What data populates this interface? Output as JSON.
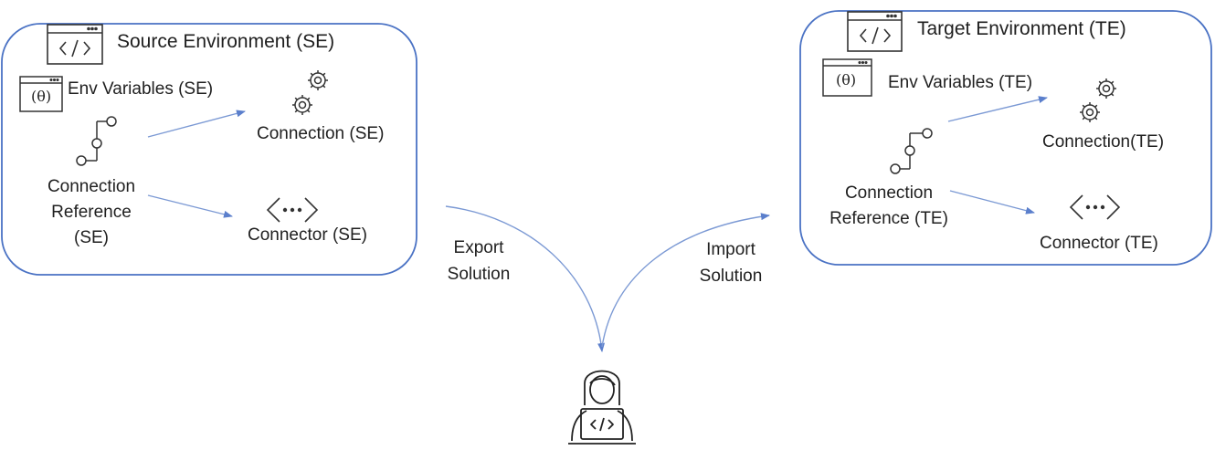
{
  "source_env": {
    "title": "Source  Environment (SE)",
    "env_variables": "Env Variables (SE)",
    "connection": "Connection (SE)",
    "connection_reference": [
      "Connection",
      "Reference",
      "(SE)"
    ],
    "connector": "Connector  (SE)"
  },
  "target_env": {
    "title": "Target  Environment (TE)",
    "env_variables": "Env Variables (TE)",
    "connection": "Connection(TE)",
    "connection_reference": [
      "Connection",
      "Reference (TE)"
    ],
    "connector": "Connector  (TE)"
  },
  "flow": {
    "export": [
      "Export",
      "Solution"
    ],
    "import": [
      "Import",
      "Solution"
    ]
  },
  "icons": {
    "code_window": "code-window-icon",
    "env_variable": "env-variable-icon",
    "theta_symbol": "(θ)",
    "gears": "gears-icon",
    "connection_reference": "connection-reference-icon",
    "connector": "connector-icon",
    "developer": "developer-icon"
  },
  "colors": {
    "box_border": "#4a72c4",
    "arrow": "#6f8fd0",
    "icon_stroke": "#333333"
  }
}
